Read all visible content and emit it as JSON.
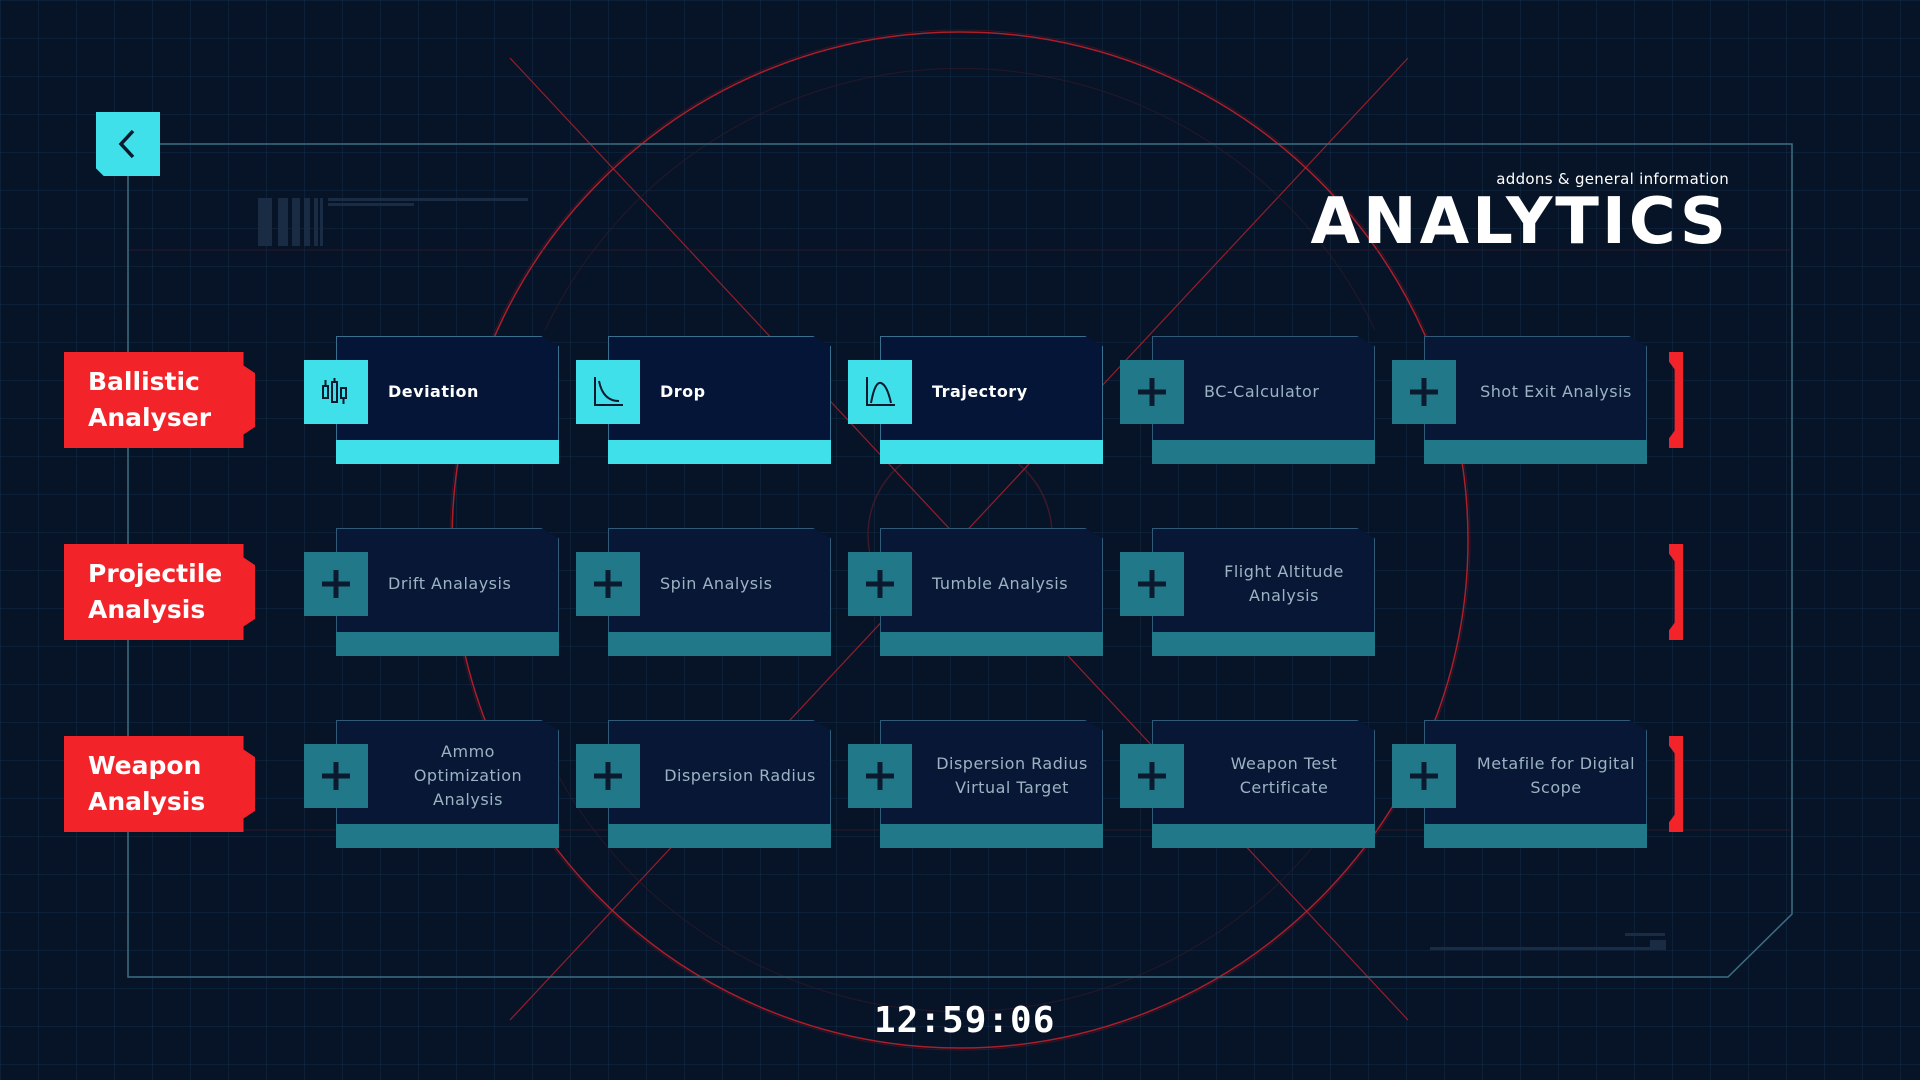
{
  "header": {
    "subtitle": "addons & general information",
    "title": "ANALYTICS"
  },
  "clock": "12:59:06",
  "colors": {
    "accent": "#3fe0ea",
    "alert": "#f2242a",
    "tile_inactive": "#217888",
    "background": "#071428"
  },
  "rows": [
    {
      "label_line1": "Ballistic",
      "label_line2": "Analyser",
      "tiles": [
        {
          "label": "Deviation",
          "icon": "deviation-chart-icon",
          "active": true
        },
        {
          "label": "Drop",
          "icon": "drop-curve-icon",
          "active": true
        },
        {
          "label": "Trajectory",
          "icon": "trajectory-curve-icon",
          "active": true
        },
        {
          "label": "BC-Calculator",
          "icon": "plus-icon",
          "active": false
        },
        {
          "label": "Shot Exit Analysis",
          "icon": "plus-icon",
          "active": false
        }
      ]
    },
    {
      "label_line1": "Projectile",
      "label_line2": "Analysis",
      "tiles": [
        {
          "label": "Drift Analaysis",
          "icon": "plus-icon",
          "active": false
        },
        {
          "label": "Spin Analysis",
          "icon": "plus-icon",
          "active": false
        },
        {
          "label": "Tumble Analysis",
          "icon": "plus-icon",
          "active": false
        },
        {
          "label": "Flight Altitude Analysis",
          "icon": "plus-icon",
          "active": false
        }
      ]
    },
    {
      "label_line1": "Weapon",
      "label_line2": "Analysis",
      "tiles": [
        {
          "label": "Ammo Optimization Analysis",
          "icon": "plus-icon",
          "active": false
        },
        {
          "label": "Dispersion Radius",
          "icon": "plus-icon",
          "active": false
        },
        {
          "label": "Dispersion Radius Virtual Target",
          "icon": "plus-icon",
          "active": false
        },
        {
          "label": "Weapon Test Certificate",
          "icon": "plus-icon",
          "active": false
        },
        {
          "label": "Metafile for Digital Scope",
          "icon": "plus-icon",
          "active": false
        }
      ]
    }
  ]
}
